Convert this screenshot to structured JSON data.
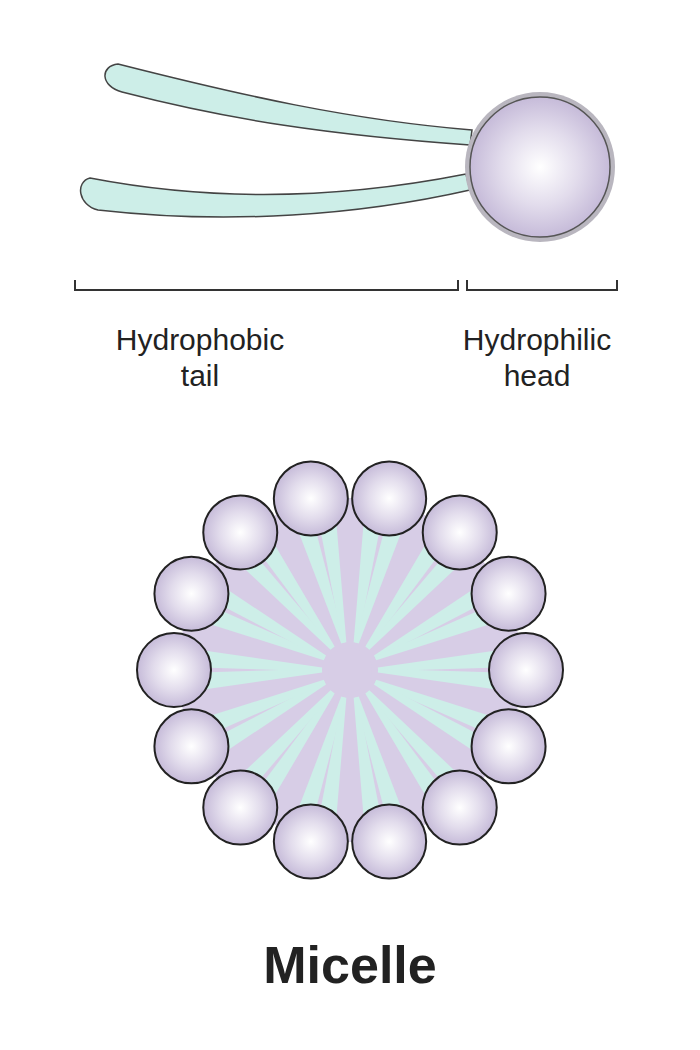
{
  "diagram": {
    "caption": "Micelle",
    "labels": [
      "Hydrophobic tail",
      "Hydrophilic head"
    ]
  }
}
